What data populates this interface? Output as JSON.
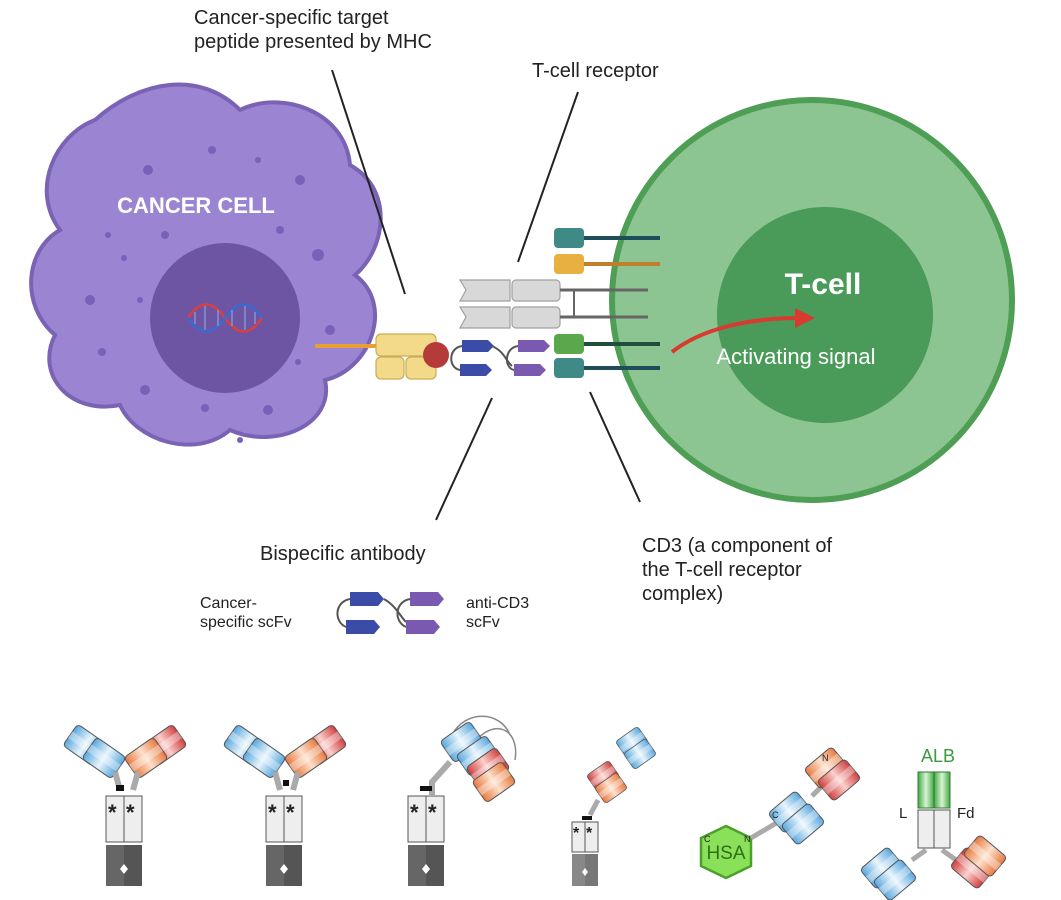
{
  "labels": {
    "mhc_peptide": [
      "Cancer-specific target",
      "peptide presented by MHC"
    ],
    "tcr": "T-cell receptor",
    "cancer_cell": "CANCER CELL",
    "tcell": "T-cell",
    "activating_signal": "Activating signal",
    "bispecific": "Bispecific antibody",
    "cd3": [
      "CD3 (a component of",
      "the T-cell receptor",
      "complex)"
    ],
    "cancer_scfv": [
      "Cancer-",
      "specific scFv"
    ],
    "anti_cd3_scfv": [
      "anti-CD3",
      "scFv"
    ]
  },
  "formats": {
    "hsa": "HSA",
    "alb": "ALB",
    "light_chain": "L",
    "fd": "Fd",
    "n_term": "N",
    "c_term": "C",
    "asterisk": "*"
  },
  "colors": {
    "cancer_cell": "#9b84d2",
    "cancer_nucleus": "#6e55a4",
    "tcell_outer": "#8cc591",
    "tcell_inner": "#4a9a5a",
    "signal_arrow": "#d83a30",
    "mhc": "#f3d98a",
    "peptide": "#b53a3a",
    "scfv_cancer": "#3a4ca8",
    "scfv_cd3": "#7a5ab0",
    "tcr_chain": "#d8d8d8",
    "cd3_teal": "#3f8a86",
    "cd3_orange": "#e8b040",
    "cd3_green": "#59a84c",
    "domain_blue": "#8ec8ec",
    "domain_red": "#e06060",
    "domain_orange": "#ef9a6a",
    "domain_green": "#6cc06a",
    "hsa_green": "#8be05a"
  }
}
